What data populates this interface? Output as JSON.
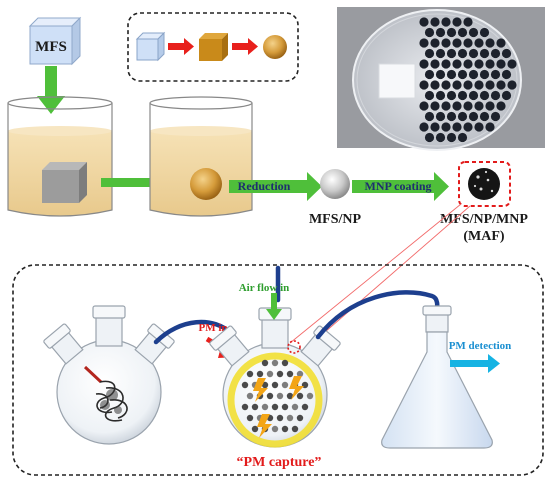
{
  "top": {
    "mfs_cube_label": "MFS",
    "reduction_label": "Reduction",
    "mnp_coating_label": "MNP coating",
    "mfs_np_label": "MFS/NP",
    "mfs_np_mnp_label": "MFS/NP/MNP",
    "maf_label": "(MAF)"
  },
  "bottom": {
    "air_flow_label": "Air flow in",
    "pm_in_label": "PM in",
    "pm_detection_label": "PM detection",
    "pm_capture_label": "“PM capture”"
  },
  "colors": {
    "green_arrow": "#4fbf3a",
    "red_arrow": "#e8201c",
    "cyan_arrow": "#16b3e3",
    "cube_blue": "#cfe0f7",
    "cube_gold": "#c98a1a",
    "liquid": "#f3d9a4",
    "label_green": "#2f9e2f",
    "label_red": "#e21b1b",
    "label_blue": "#1a8fd1",
    "tube_blue": "#1d3f8e"
  }
}
